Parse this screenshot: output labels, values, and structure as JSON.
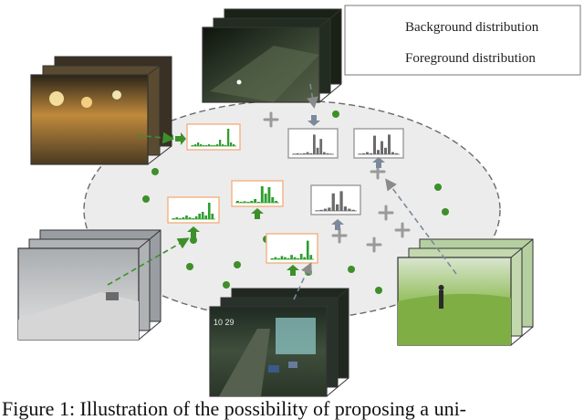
{
  "legend": {
    "background_label": "Background distribution",
    "foreground_label": "Foreground distribution"
  },
  "colors": {
    "background_bars": "#2e9e2e",
    "foreground_bars": "#6b6b6b",
    "background_box_border": "#f4b080",
    "foreground_box_border": "#9a9a9a",
    "green_dots": "#3d8f2a",
    "green_arrows": "#3d8f2a",
    "gray_arrows": "#7a8a9a",
    "plus_signs": "#9a9a9a",
    "ellipse_fill": "#ececec",
    "ellipse_border": "#6a6a6a"
  },
  "video_scenes": [
    {
      "name": "night-street",
      "tint": "#c78a3a"
    },
    {
      "name": "highway-night",
      "tint": "#2f3a30"
    },
    {
      "name": "snow-road",
      "tint": "#bfbfbf"
    },
    {
      "name": "tunnel-traffic",
      "tint": "#3a4a3a",
      "timestamp": "10 29"
    },
    {
      "name": "park-pedestrian",
      "tint": "#8fbf5a"
    }
  ],
  "caption": "Figure 1:  Illustration of the possibility of proposing a uni-"
}
